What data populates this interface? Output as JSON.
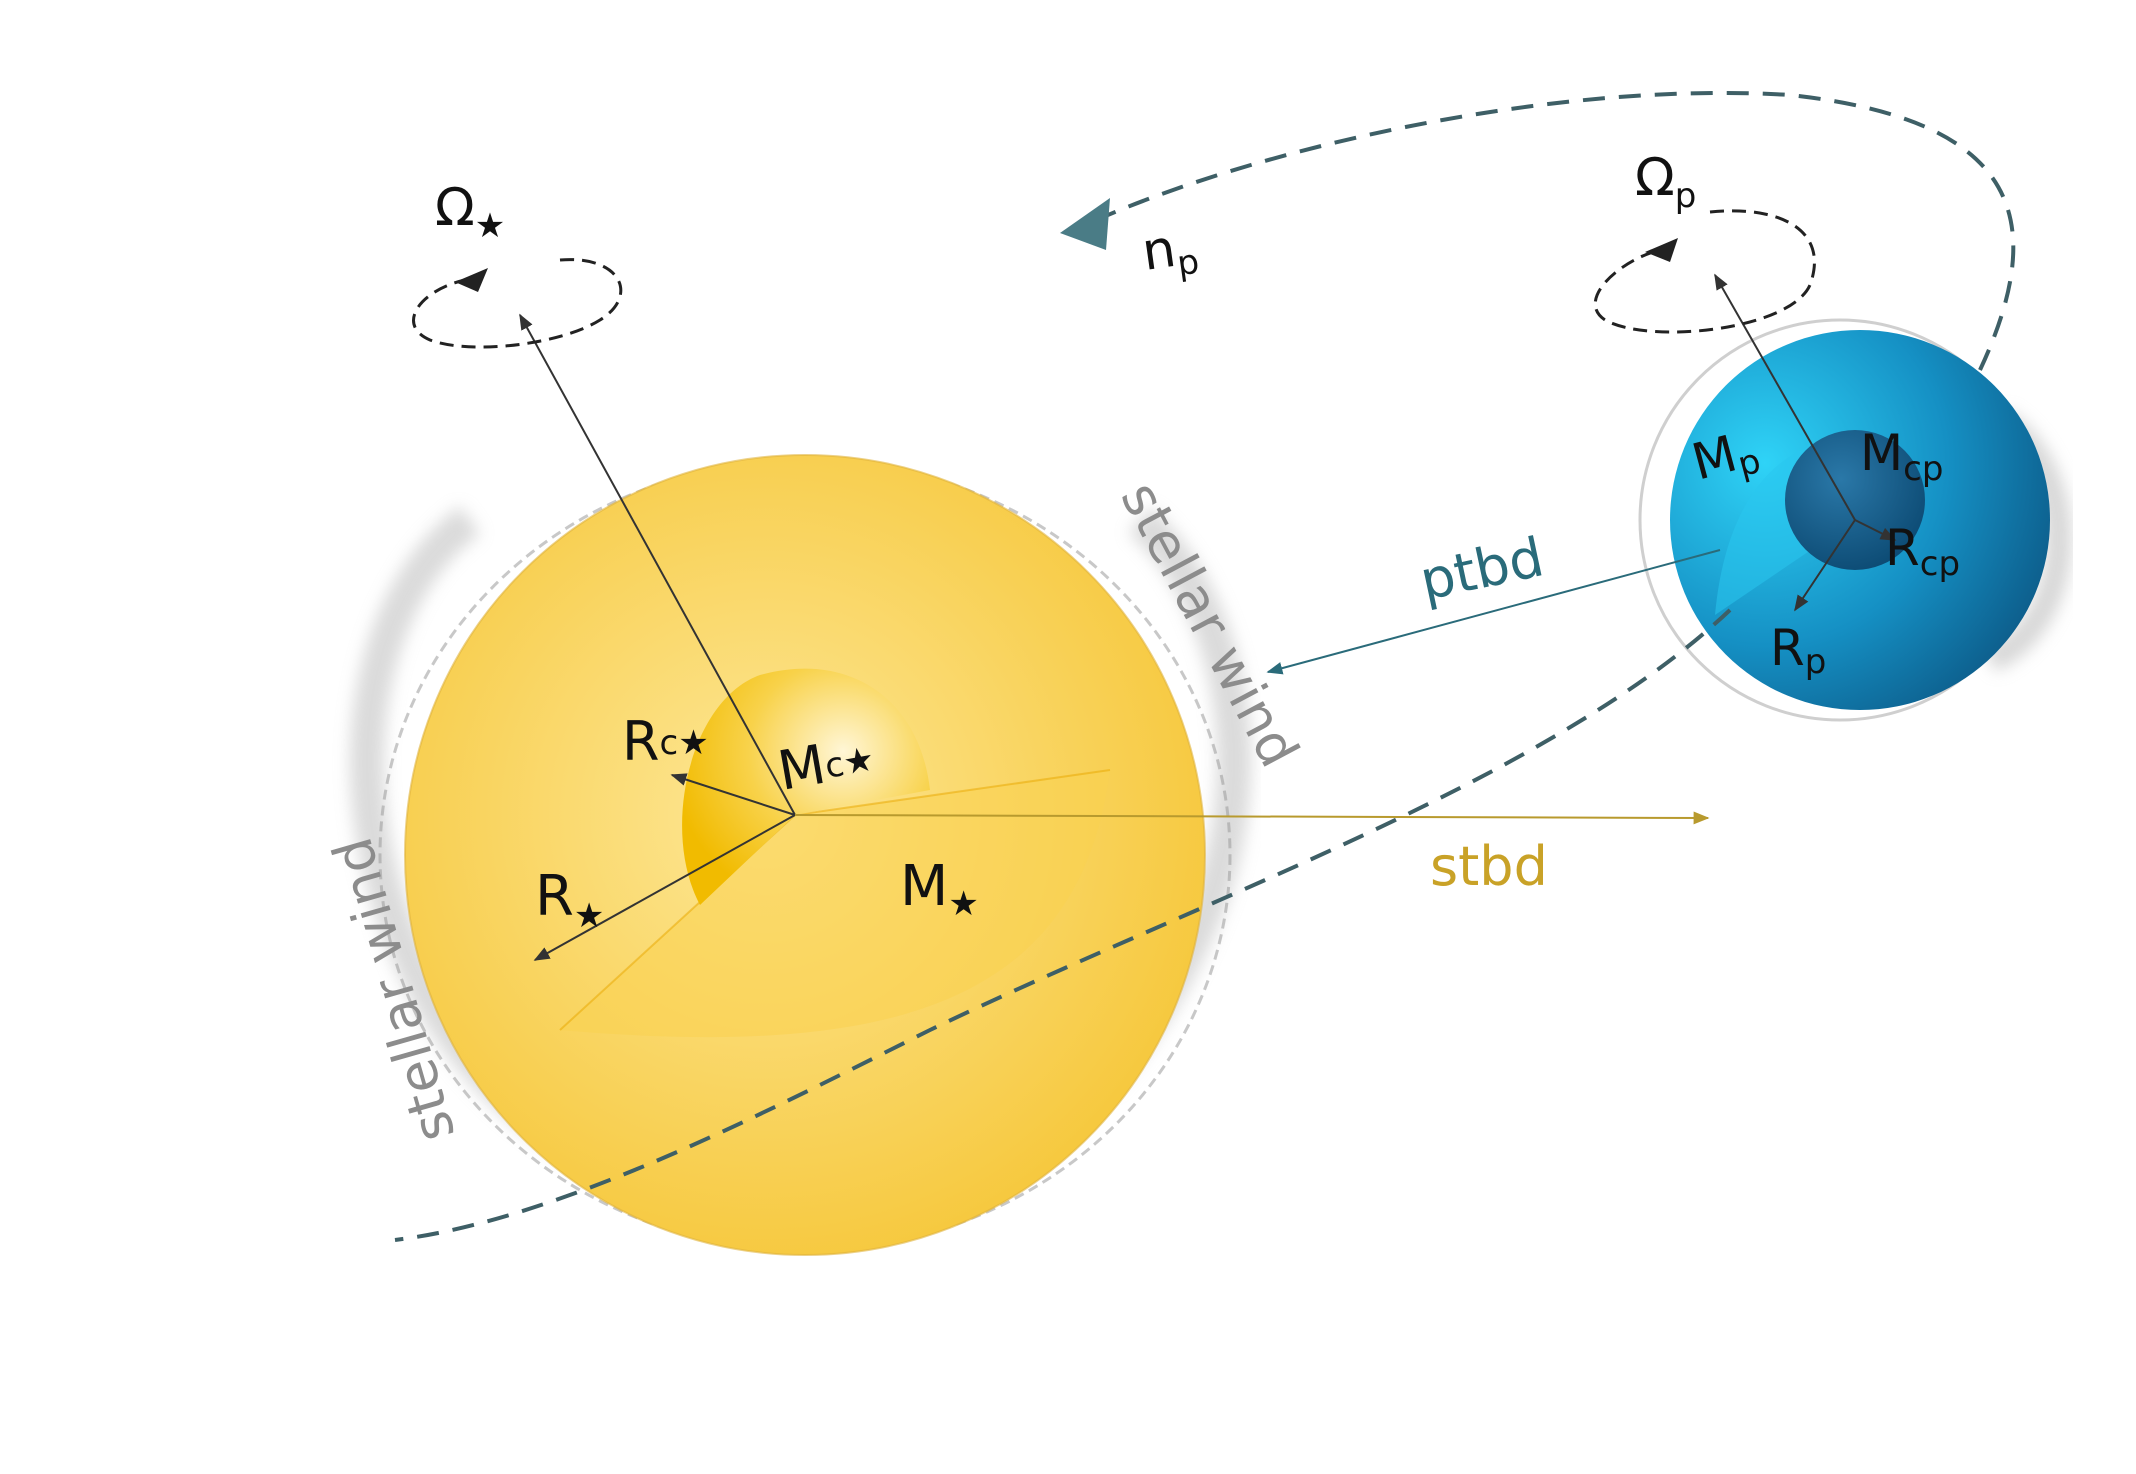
{
  "colors": {
    "star": "#f7c734",
    "star_core": "#f5c40a",
    "planet": "#1a9fd1",
    "planet_core": "#0f5f8a",
    "orbit": "#3e5f66",
    "wind": "#8c8c8c",
    "stbd": "#b89a2e",
    "ptbd": "#2a6b7a"
  },
  "labels": {
    "omega_star": {
      "main": "Ω",
      "sub": "★"
    },
    "omega_planet": {
      "main": "Ω",
      "sub": "p"
    },
    "n_planet": {
      "main": "n",
      "sub": "p"
    },
    "r_core_star": {
      "main": "R",
      "sub": "c★"
    },
    "m_core_star": {
      "main": "M",
      "sub": "c★"
    },
    "r_star": {
      "main": "R",
      "sub": "★"
    },
    "m_star": {
      "main": "M",
      "sub": "★"
    },
    "m_planet": {
      "main": "M",
      "sub": "p"
    },
    "m_core_planet": {
      "main": "M",
      "sub": "cp"
    },
    "r_core_planet": {
      "main": "R",
      "sub": "cp"
    },
    "r_planet": {
      "main": "R",
      "sub": "p"
    },
    "ptbd": "ptbd",
    "stbd": "stbd",
    "wind_right": "stellar wind",
    "wind_left": "stellar wind"
  }
}
